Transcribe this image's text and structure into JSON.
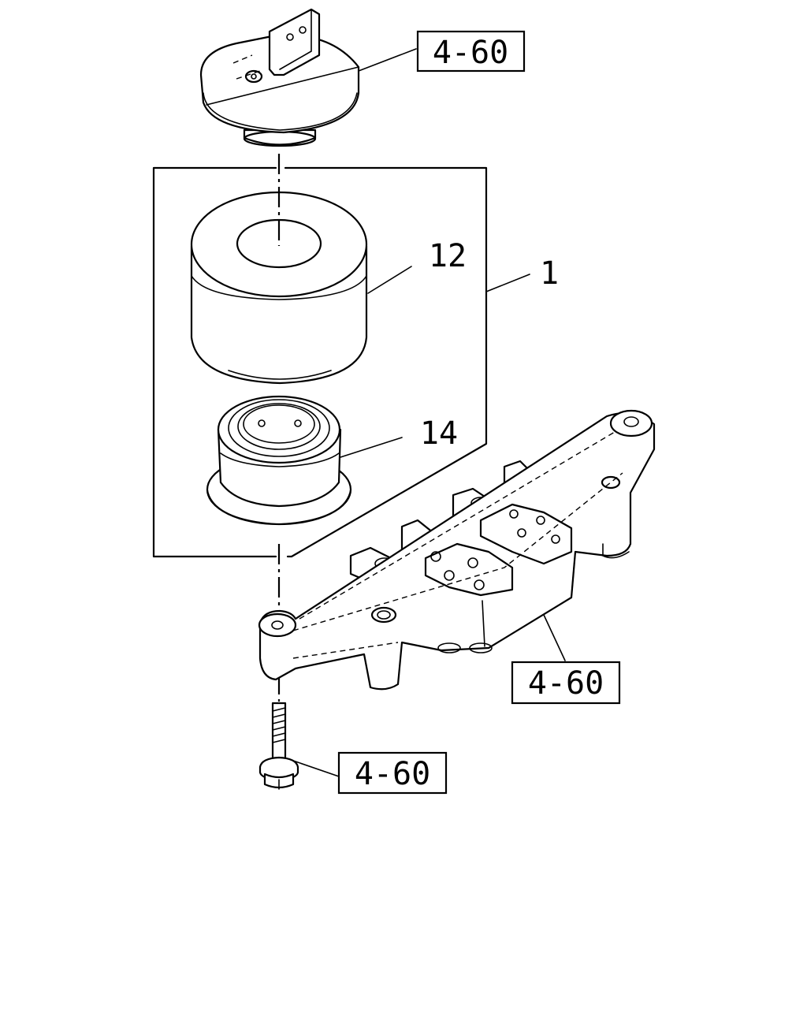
{
  "callouts": {
    "top_ref": "4-60",
    "bracket_ref": "4-60",
    "bolt_ref": "4-60",
    "assembly": "1",
    "upper_insulator": "12",
    "lower_insulator": "14"
  }
}
